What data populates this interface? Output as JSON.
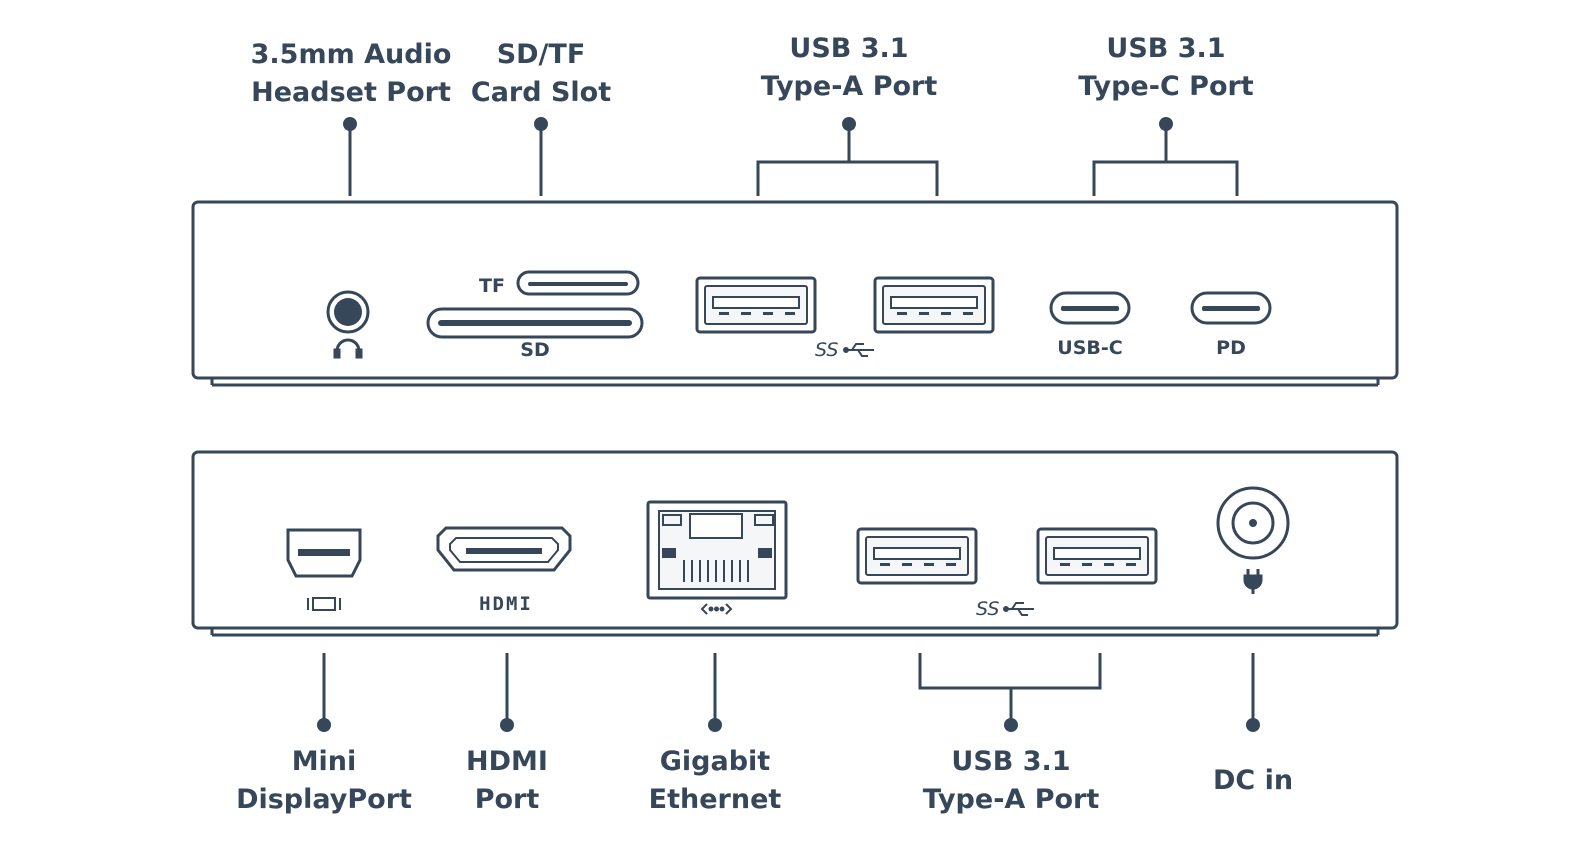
{
  "top_panel": {
    "callouts": {
      "audio": [
        "3.5mm Audio",
        "Headset Port"
      ],
      "card": [
        "SD/TF",
        "Card Slot"
      ],
      "usb_a": [
        "USB 3.1",
        "Type-A Port"
      ],
      "usb_c": [
        "USB 3.1",
        "Type-C Port"
      ]
    },
    "markings": {
      "tf": "TF",
      "sd": "SD",
      "ss": "SS",
      "usb_c": "USB-C",
      "pd": "PD"
    }
  },
  "bottom_panel": {
    "callouts": {
      "mini_dp": [
        "Mini",
        "DisplayPort"
      ],
      "hdmi": [
        "HDMI",
        "Port"
      ],
      "ethernet": [
        "Gigabit",
        "Ethernet"
      ],
      "usb_a": [
        "USB 3.1",
        "Type-A Port"
      ],
      "dc": [
        "DC in"
      ]
    },
    "markings": {
      "hdmi": "HDMI",
      "ss": "SS"
    }
  },
  "icons": [
    "headphone-icon",
    "usb-trident-icon",
    "mini-displayport-icon",
    "ethernet-icon",
    "power-plug-icon"
  ],
  "colors": {
    "line": "#36475a",
    "panel_fill": "#ffffff",
    "port_fill": "#f4f6f8"
  }
}
